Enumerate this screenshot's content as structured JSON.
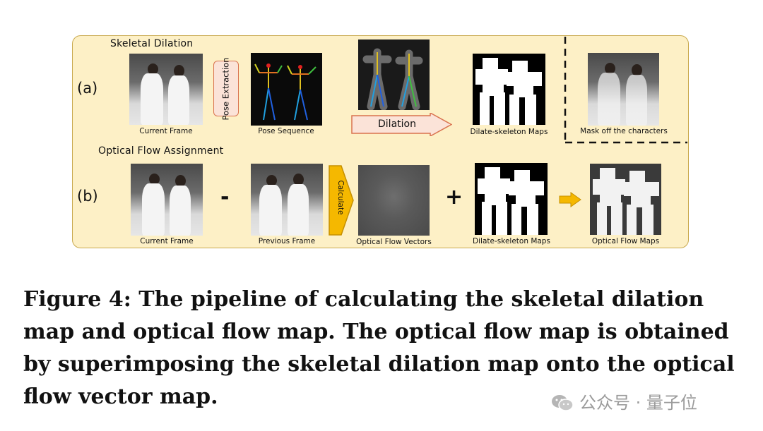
{
  "section_a": {
    "title": "Skeletal Dilation",
    "label": "(a)",
    "pose_box": "Pose Extraction",
    "arrow": "Dilation",
    "captions": {
      "current_frame": "Current Frame",
      "pose_sequence": "Pose Sequence",
      "dilate_maps": "Dilate-skeleton Maps",
      "mask_off": "Mask off the characters"
    }
  },
  "section_b": {
    "title": "Optical Flow Assignment",
    "label": "(b)",
    "minus": "-",
    "plus": "+",
    "calc_box": "Calculate",
    "captions": {
      "current_frame": "Current Frame",
      "previous_frame": "Previous Frame",
      "flow_vectors": "Optical Flow Vectors",
      "dilate_maps": "Dilate-skeleton Maps",
      "flow_maps": "Optical Flow Maps"
    }
  },
  "colors": {
    "panel_bg": "#fdf0c6",
    "panel_border": "#c9a94e",
    "pose_box_fill": "#fbe3d8",
    "pose_box_border": "#d9734f",
    "arrow_fill": "#fbe3d8",
    "calc_arrow_fill": "#f5b800",
    "orange_arrow": "#f5b800"
  },
  "caption_lines": [
    "Figure 4: The pipeline of calculating the skeletal dilation",
    "map and optical flow map. The optical flow map is obtained",
    "by superimposing the skeletal dilation map onto the optical",
    "flow vector map."
  ],
  "watermark": {
    "icon": "wechat-icon",
    "text": "公众号 · 量子位"
  }
}
